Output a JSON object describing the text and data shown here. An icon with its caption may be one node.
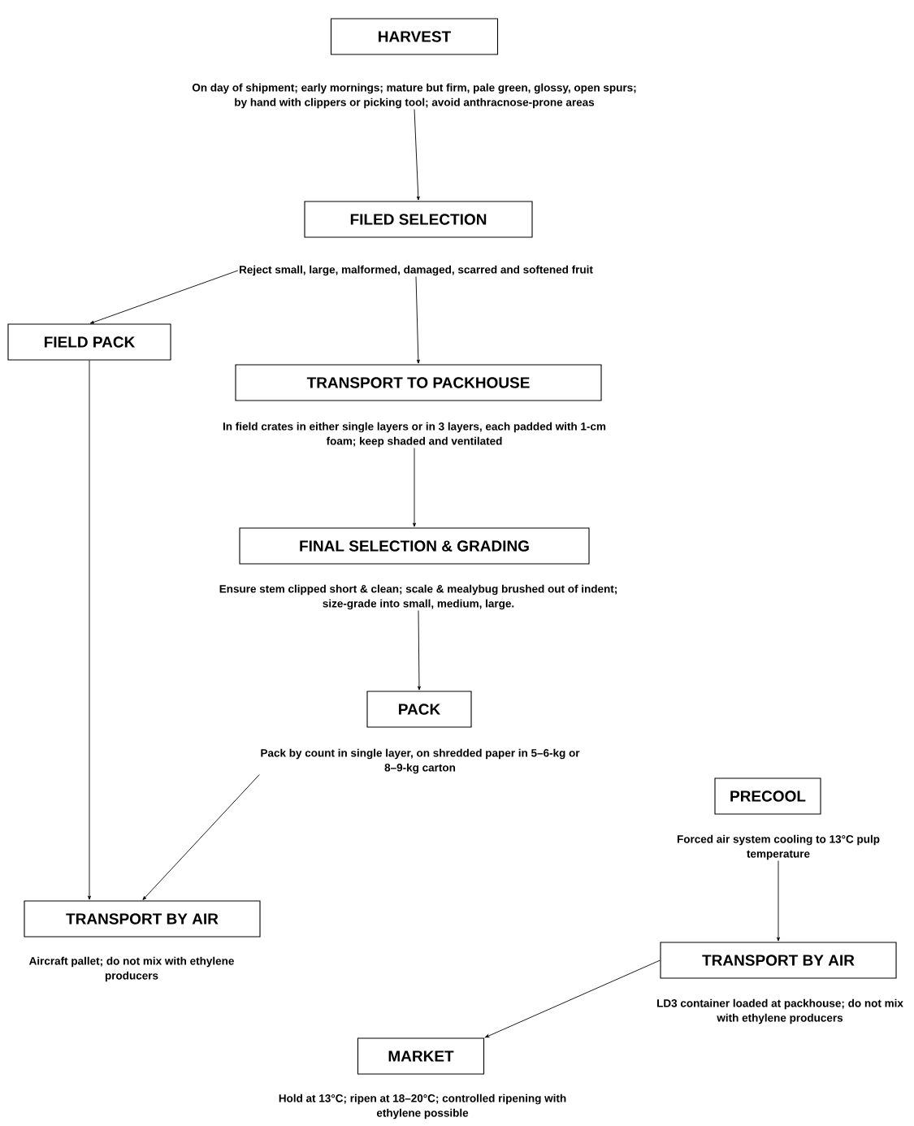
{
  "diagram": {
    "nodes": [
      {
        "text": [
          "HARVEST",
          "On day of shipment; early mornings; mature but firm, pale green, glossy, open spurs; by hand with clippers or picking tool; avoid anthracnose-prone areas"
        ]
      },
      {
        "text": [
          "FILED SELECTION",
          "Reject small, large, malformed, damaged, scarred and softened fruit"
        ]
      },
      {
        "text": [
          "FIELD PACK"
        ]
      },
      {
        "text": [
          "TRANSPORT TO PACKHOUSE",
          "In field crates in either single layers or in 3 layers, each padded with 1-cm foam; keep shaded and ventilated"
        ]
      },
      {
        "text": [
          "FINAL SELECTION & GRADING",
          "Ensure stem clipped short & clean; scale & mealybug brushed out of indent; size-grade into small, medium, large."
        ]
      },
      {
        "text": [
          "PACK",
          "Pack by count in single layer, on shredded paper in 5–6-kg or 8–9-kg carton"
        ]
      },
      {
        "text": [
          "PRECOOL",
          "Forced air system cooling to 13°C pulp temperature"
        ]
      },
      {
        "text": [
          "TRANSPORT BY AIR",
          "Aircraft pallet; do not mix with ethylene producers"
        ]
      },
      {
        "text": [
          "TRANSPORT BY AIR",
          "LD3 container loaded at packhouse; do not mix with ethylene producers"
        ]
      },
      {
        "text": [
          "MARKET",
          "Hold at 13°C; ripen at 18–20°C; controlled ripening with ethylene possible"
        ]
      }
    ],
    "edges": [
      {
        "from": 0,
        "to": 1,
        "arrow": "to"
      },
      {
        "from": 1,
        "to": 2,
        "arrow": "to"
      },
      {
        "from": 1,
        "to": 3,
        "arrow": "to"
      },
      {
        "from": 3,
        "to": 4,
        "arrow": "to"
      },
      {
        "from": 4,
        "to": 5,
        "arrow": "to"
      },
      {
        "from": 2,
        "to": 7,
        "arrow": "to"
      },
      {
        "from": 5,
        "to": 7,
        "arrow": "to"
      },
      {
        "from": 6,
        "to": 8,
        "arrow": "to"
      },
      {
        "from": 8,
        "to": 9,
        "arrow": "to"
      }
    ]
  }
}
